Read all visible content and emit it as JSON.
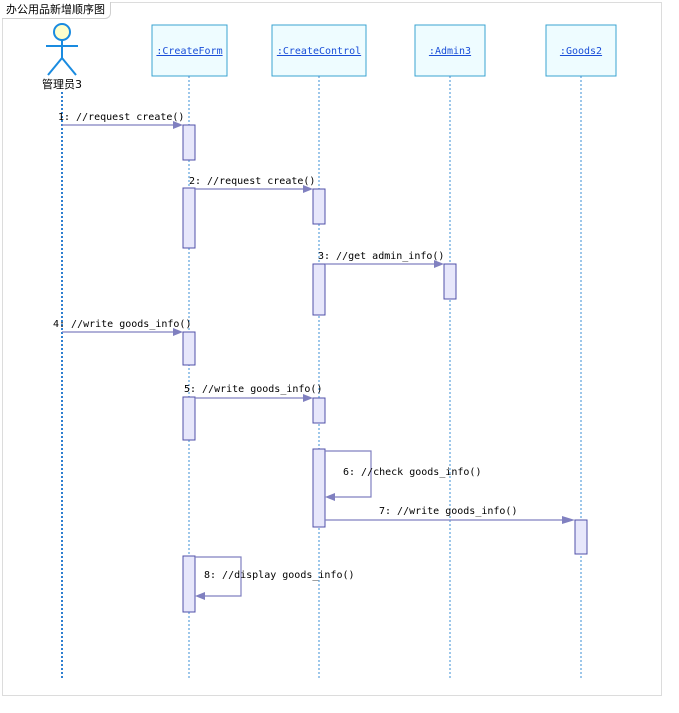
{
  "diagram": {
    "title": "办公用品新增顺序图",
    "actor": {
      "name": "管理员3"
    },
    "objects": [
      {
        "id": "createform",
        "label": ":CreateForm"
      },
      {
        "id": "createcontrol",
        "label": ":CreateControl"
      },
      {
        "id": "admin3",
        "label": ":Admin3"
      },
      {
        "id": "goods2",
        "label": ":Goods2"
      }
    ],
    "messages": [
      {
        "num": "1",
        "text": "1: //request create()",
        "from": "actor",
        "to": "createform"
      },
      {
        "num": "2",
        "text": "2: //request create()",
        "from": "createform",
        "to": "createcontrol"
      },
      {
        "num": "3",
        "text": "3: //get admin_info()",
        "from": "createcontrol",
        "to": "admin3"
      },
      {
        "num": "4",
        "text": "4: //write goods_info()",
        "from": "actor",
        "to": "createform"
      },
      {
        "num": "5",
        "text": "5: //write goods_info()",
        "from": "createform",
        "to": "createcontrol"
      },
      {
        "num": "6",
        "text": "6: //check goods_info()",
        "from": "createcontrol",
        "to": "createcontrol"
      },
      {
        "num": "7",
        "text": "7: //write goods_info()",
        "from": "createcontrol",
        "to": "goods2"
      },
      {
        "num": "8",
        "text": "8: //display goods_info()",
        "from": "createform",
        "to": "createform"
      }
    ]
  }
}
